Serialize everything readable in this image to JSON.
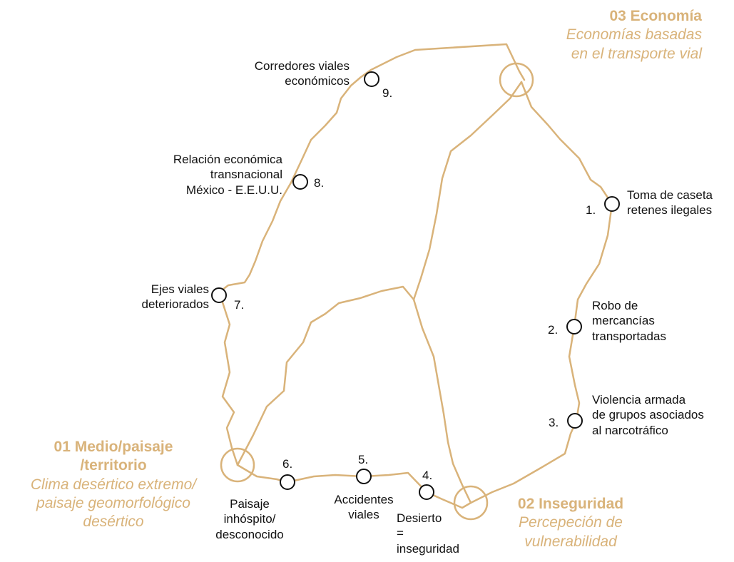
{
  "colors": {
    "route": "#d9b37a",
    "hub_text": "#d9b37a",
    "node_ring": "#111111",
    "text": "#111111"
  },
  "hubs": [
    {
      "id": "01",
      "title_line1": "01 Medio/paisaje",
      "title_line2": "/territorio",
      "subtitle_line1": "Clima desértico extremo/",
      "subtitle_line2": "paisaje geomorfológico",
      "subtitle_line3": "desértico"
    },
    {
      "id": "02",
      "title_line1": "02 Inseguridad",
      "subtitle_line1": "Percepeción de",
      "subtitle_line2": "vulnerabilidad"
    },
    {
      "id": "03",
      "title_line1": "03 Economía",
      "subtitle_line1": "Economías basadas",
      "subtitle_line2": "en el transporte vial"
    }
  ],
  "nodes": [
    {
      "number": "1.",
      "lines": [
        "Toma de caseta",
        "retenes ilegales"
      ]
    },
    {
      "number": "2.",
      "lines": [
        "Robo de",
        "mercancías",
        "transportadas"
      ]
    },
    {
      "number": "3.",
      "lines": [
        "Violencia armada",
        "de grupos asociados",
        "al narcotráfico"
      ]
    },
    {
      "number": "4.",
      "lines": [
        "Desierto",
        "=",
        "inseguridad"
      ]
    },
    {
      "number": "5.",
      "lines": [
        "Accidentes",
        "viales"
      ]
    },
    {
      "number": "6.",
      "lines": [
        "Paisaje",
        "inhóspito/",
        "desconocido"
      ]
    },
    {
      "number": "7.",
      "lines": [
        "Ejes viales",
        "deteriorados"
      ]
    },
    {
      "number": "8.",
      "lines": [
        "Relación económica",
        "transnacional",
        "México - E.E.U.U."
      ]
    },
    {
      "number": "9.",
      "lines": [
        "Corredores viales",
        "económicos"
      ]
    }
  ]
}
